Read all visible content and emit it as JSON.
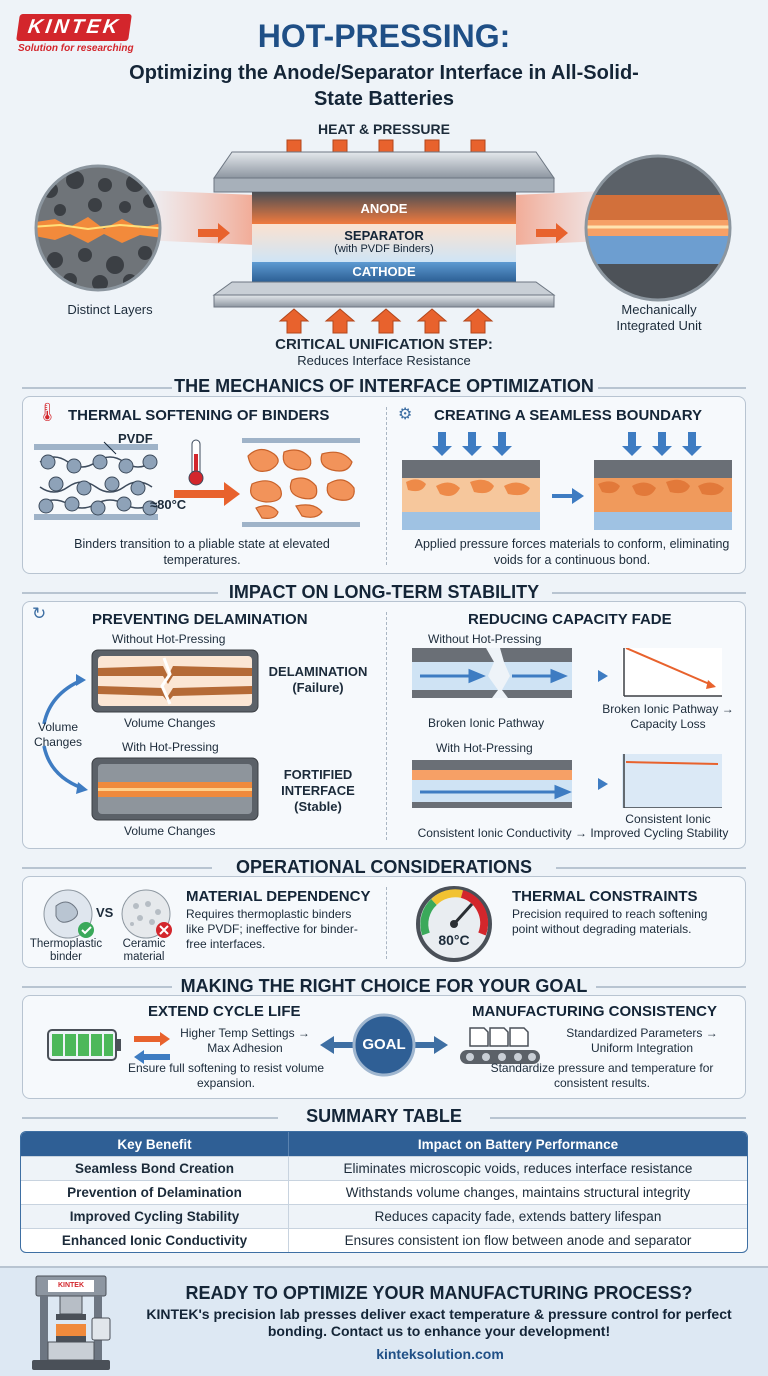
{
  "header": {
    "logo": "KINTEK",
    "tagline": "Solution for researching",
    "title": "HOT-PRESSING:",
    "subtitle": "Optimizing the Anode/Separator Interface in All-Solid-State Batteries"
  },
  "hero": {
    "heat_label": "HEAT & PRESSURE",
    "anode": "ANODE",
    "separator": "SEPARATOR",
    "separator_sub": "(with PVDF Binders)",
    "cathode": "CATHODE",
    "left_caption": "Distinct Layers",
    "right_caption": "Mechanically Integrated Unit",
    "step_title": "CRITICAL UNIFICATION STEP:",
    "step_sub": "Reduces Interface Resistance"
  },
  "mechanics": {
    "title": "THE MECHANICS OF INTERFACE OPTIMIZATION",
    "left_title": "THERMAL SOFTENING OF BINDERS",
    "pvdf": "PVDF",
    "temp": "≈80°C",
    "left_desc": "Binders transition to a pliable state at elevated temperatures.",
    "right_title": "CREATING A SEAMLESS BOUNDARY",
    "right_desc": "Applied pressure forces materials to conform, eliminating voids for a continuous bond."
  },
  "stability": {
    "title": "IMPACT ON LONG-TERM STABILITY",
    "left_title": "PREVENTING DELAMINATION",
    "without": "Without Hot-Pressing",
    "with": "With Hot-Pressing",
    "delamination": "DELAMINATION (Failure)",
    "fortified": "FORTIFIED INTERFACE (Stable)",
    "volume_changes": "Volume Changes",
    "right_title": "REDUCING CAPACITY FADE",
    "broken_path": "Broken Ionic Pathway",
    "broken_result": "Broken Ionic Pathway → Capacity Loss",
    "consistent": "Consistent Ionic",
    "consistent_full": "Consistent Ionic Conductivity → Improved Cycling Stability"
  },
  "operational": {
    "title": "OPERATIONAL CONSIDERATIONS",
    "thermoplastic": "Thermoplastic binder",
    "vs": "VS",
    "ceramic": "Ceramic material",
    "material_title": "MATERIAL DEPENDENCY",
    "material_desc": "Requires thermoplastic binders like PVDF; ineffective for binder-free interfaces.",
    "gauge": "80°C",
    "thermal_title": "THERMAL CONSTRAINTS",
    "thermal_desc": "Precision required to reach softening point without degrading materials."
  },
  "choice": {
    "title": "MAKING THE RIGHT CHOICE FOR YOUR GOAL",
    "left_title": "EXTEND CYCLE LIFE",
    "left_point": "Higher Temp Settings → Max Adhesion",
    "left_desc": "Ensure full softening to resist volume expansion.",
    "goal": "GOAL",
    "right_title": "MANUFACTURING CONSISTENCY",
    "right_point": "Standardized Parameters → Uniform Integration",
    "right_desc": "Standardize pressure and temperature for consistent results."
  },
  "summary": {
    "title": "SUMMARY TABLE",
    "headers": [
      "Key Benefit",
      "Impact on Battery Performance"
    ],
    "rows": [
      [
        "Seamless Bond Creation",
        "Eliminates microscopic voids, reduces interface resistance"
      ],
      [
        "Prevention of Delamination",
        "Withstands volume changes, maintains structural integrity"
      ],
      [
        "Improved Cycling Stability",
        "Reduces capacity fade, extends battery lifespan"
      ],
      [
        "Enhanced Ionic Conductivity",
        "Ensures consistent ion flow between anode and separator"
      ]
    ]
  },
  "footer": {
    "cta": "READY TO OPTIMIZE YOUR MANUFACTURING PROCESS?",
    "desc": "KINTEK's precision lab presses deliver exact temperature & pressure control for perfect bonding. Contact us to enhance your development!",
    "url": "kinteksolution.com",
    "press_label": "KINTEK"
  },
  "colors": {
    "accent": "#1f4f86",
    "brand": "#d3262c",
    "heat": "#e8622d"
  }
}
